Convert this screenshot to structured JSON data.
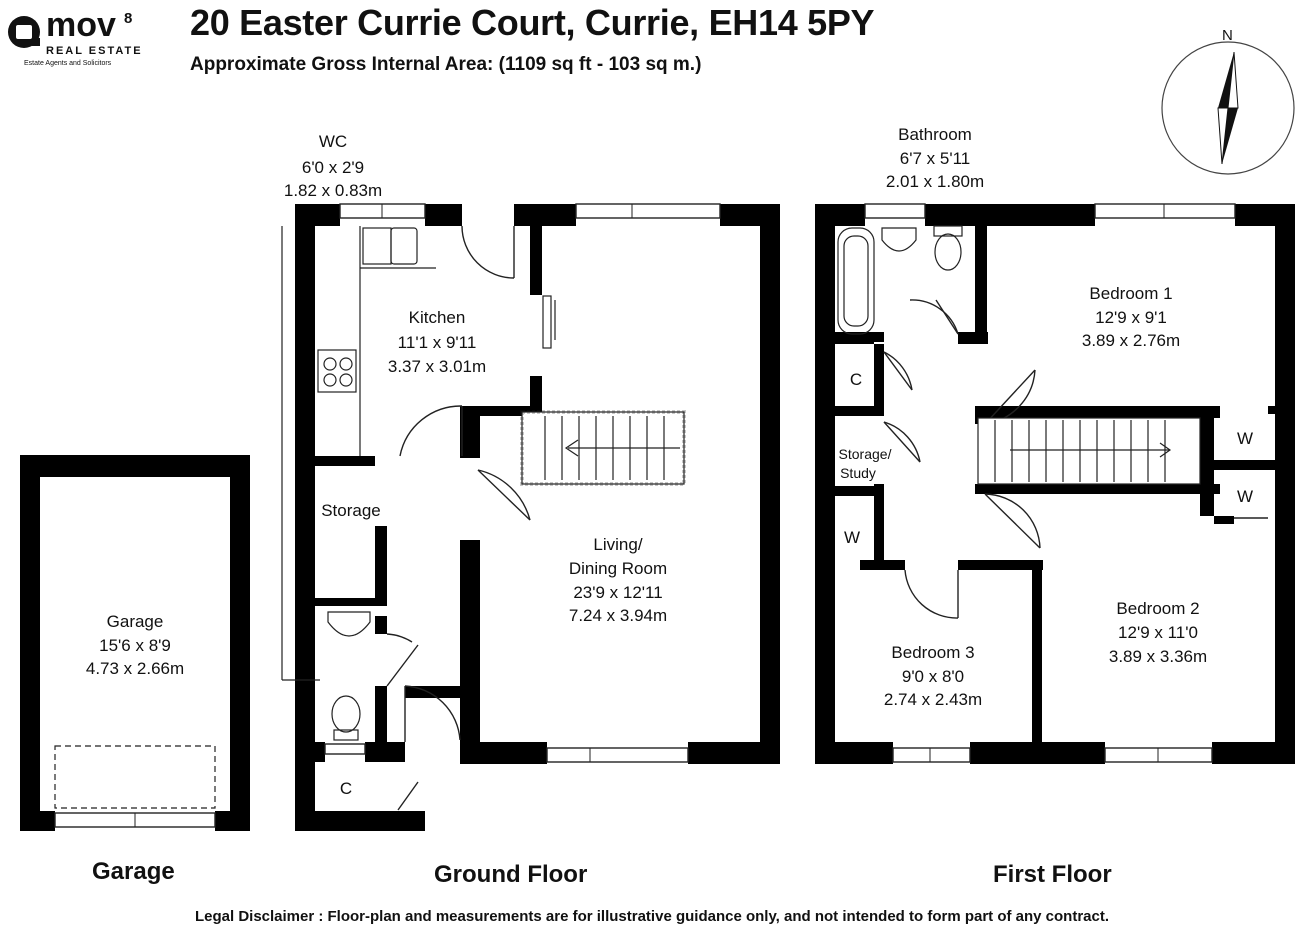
{
  "header": {
    "logo_word": "mov",
    "logo_sup": "8",
    "logo_sub": "REAL ESTATE",
    "logo_tagline": "Estate Agents and Solicitors",
    "title": "20 Easter Currie Court, Currie, EH14 5PY",
    "subtitle": "Approximate Gross Internal Area: (1109 sq ft - 103 sq m.)"
  },
  "compass": {
    "label": "N"
  },
  "rooms": {
    "wc": {
      "name": "WC",
      "imperial": "6'0 x 2'9",
      "metric": "1.82 x 0.83m"
    },
    "kitchen": {
      "name": "Kitchen",
      "imperial": "11'1 x 9'11",
      "metric": "3.37 x 3.01m"
    },
    "storage": {
      "name": "Storage"
    },
    "living": {
      "name_line1": "Living/",
      "name_line2": "Dining Room",
      "imperial": "23'9 x 12'11",
      "metric": "7.24 x 3.94m"
    },
    "ground_c": {
      "name": "C"
    },
    "garage": {
      "name": "Garage",
      "imperial": "15'6 x 8'9",
      "metric": "4.73 x 2.66m"
    },
    "bathroom": {
      "name": "Bathroom",
      "imperial": "6'7 x 5'11",
      "metric": "2.01 x 1.80m"
    },
    "bedroom1": {
      "name": "Bedroom 1",
      "imperial": "12'9 x 9'1",
      "metric": "3.89 x 2.76m"
    },
    "first_c": {
      "name": "C"
    },
    "study": {
      "name_line1": "Storage/",
      "name_line2": "Study"
    },
    "w1": {
      "name": "W"
    },
    "w2": {
      "name": "W"
    },
    "w3": {
      "name": "W"
    },
    "bedroom2": {
      "name": "Bedroom 2",
      "imperial": "12'9 x 11'0",
      "metric": "3.89 x 3.36m"
    },
    "bedroom3": {
      "name": "Bedroom 3",
      "imperial": "9'0 x 8'0",
      "metric": "2.74 x 2.43m"
    }
  },
  "floors": {
    "garage": "Garage",
    "ground": "Ground Floor",
    "first": "First Floor"
  },
  "disclaimer": "Legal Disclaimer : Floor-plan and measurements are for illustrative guidance only, and not intended to form part of any contract."
}
